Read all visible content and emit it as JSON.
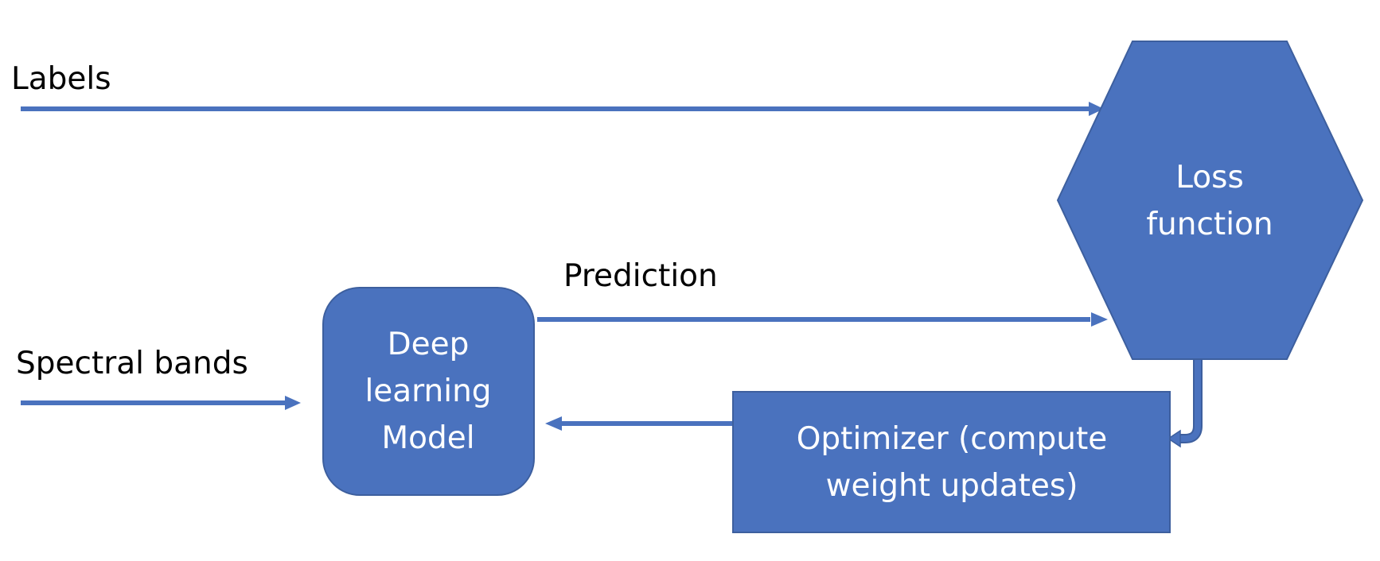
{
  "edges": {
    "labels": "Labels",
    "spectral_bands": "Spectral bands",
    "prediction": "Prediction"
  },
  "nodes": {
    "model": [
      "Deep",
      "learning",
      "Model"
    ],
    "loss": [
      "Loss",
      "function"
    ],
    "optimizer": [
      "Optimizer (compute",
      "weight updates)"
    ]
  },
  "colors": {
    "shape_fill": "#4a72be",
    "shape_border": "#3d5f9e",
    "arrow": "#4a72be",
    "node_text": "#ffffff",
    "edge_text": "#000000"
  }
}
